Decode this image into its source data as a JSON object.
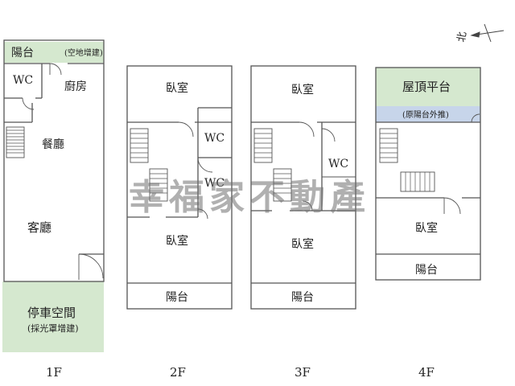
{
  "watermark": "幸福家不動產",
  "north": {
    "label": "北"
  },
  "colors": {
    "wall": "#555555",
    "terrace_green": "#d5e8cf",
    "blue_zone": "#c7d5ea",
    "watermark": "#6f6f6f"
  },
  "floors": [
    {
      "label": "1F",
      "rooms": {
        "balcony": "陽台",
        "balcony_note": "(空地增建)",
        "wc": "WC",
        "kitchen": "廚房",
        "dining": "餐廳",
        "living": "客廳",
        "parking": "停車空間",
        "parking_note": "(採光罩增建)"
      }
    },
    {
      "label": "2F",
      "rooms": {
        "bedroom_top": "臥室",
        "wc_a": "WC",
        "wc_b": "WC",
        "bedroom": "臥室",
        "balcony": "陽台"
      }
    },
    {
      "label": "3F",
      "rooms": {
        "bedroom_top": "臥室",
        "wc": "WC",
        "bedroom": "臥室",
        "balcony": "陽台"
      }
    },
    {
      "label": "4F",
      "rooms": {
        "roof_terrace": "屋頂平台",
        "note": "(原陽台外推)",
        "bedroom": "臥室",
        "balcony": "陽台"
      }
    }
  ]
}
